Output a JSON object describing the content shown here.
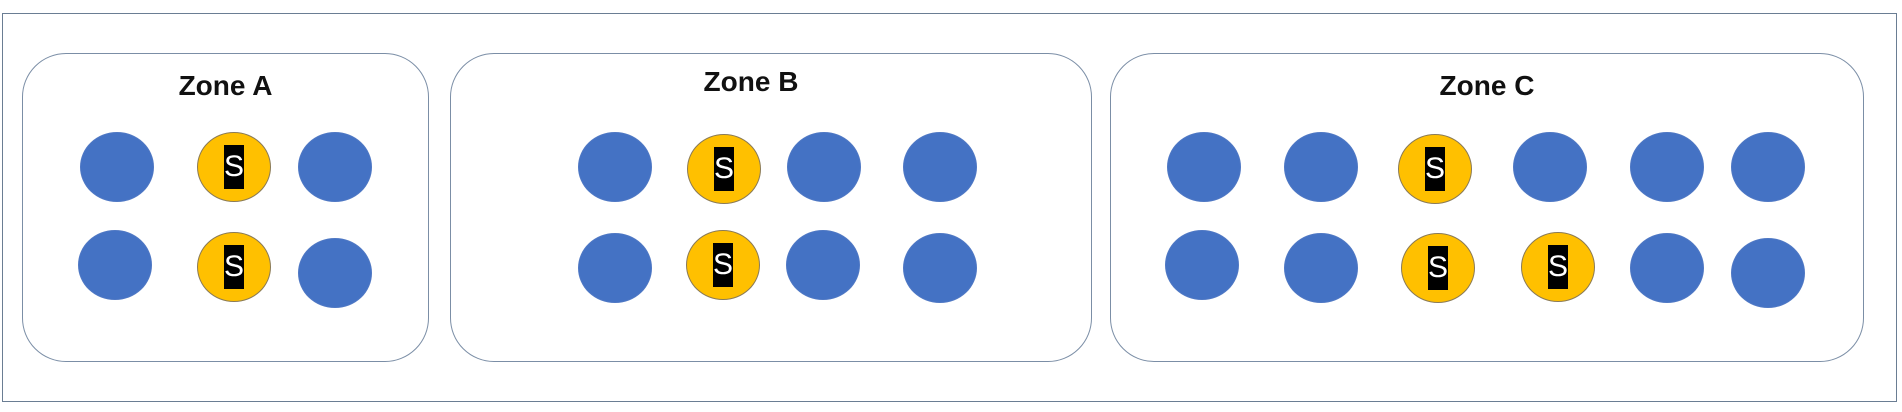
{
  "zones": [
    {
      "title": "Zone A"
    },
    {
      "title": "Zone B"
    },
    {
      "title": "Zone C"
    }
  ],
  "server_label": "S",
  "colors": {
    "client_node": "#4472c4",
    "server_node": "#ffc000",
    "server_tag": "#000000",
    "outline": "#7b8ea6"
  }
}
